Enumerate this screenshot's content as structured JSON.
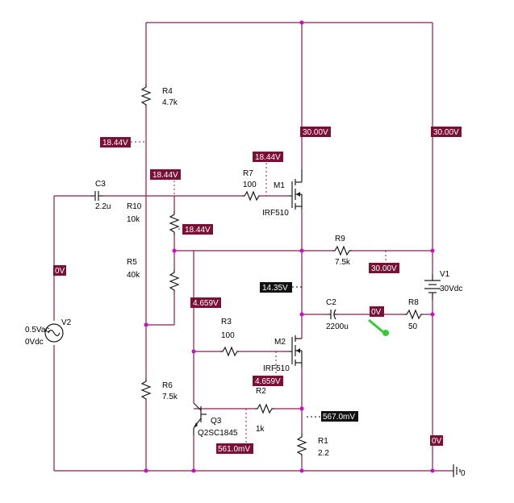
{
  "voltage_markers": {
    "r4_node": "18.44V",
    "r10_top": "18.44V",
    "r10_right": "18.44V",
    "m1_gate": "18.44V",
    "m1_drain": "30.00V",
    "supply_right": "30.00V",
    "r9_node": "30.00V",
    "vin_node": "0V",
    "m2_gate_left": "4.659V",
    "m2_gate": "4.659V",
    "midpoint": "14.35V",
    "c2_right": "0V",
    "r1_top": "567.0mV",
    "q3_base": "561.0mV",
    "v1_bottom": "0V"
  },
  "components": {
    "r4": {
      "ref": "R4",
      "value": "4.7k"
    },
    "c3": {
      "ref": "C3",
      "value": "2.2u"
    },
    "r10": {
      "ref": "R10",
      "value": "10k"
    },
    "r5": {
      "ref": "R5",
      "value": "40k"
    },
    "r6": {
      "ref": "R6",
      "value": "7.5k"
    },
    "r7": {
      "ref": "R7",
      "value": "100"
    },
    "m1": {
      "ref": "M1",
      "value": "IRF510"
    },
    "r9": {
      "ref": "R9",
      "value": "7.5k"
    },
    "v1": {
      "ref": "V1",
      "value": "30Vdc"
    },
    "v2": {
      "ref": "V2",
      "value1": "0.5Vac",
      "value2": "0Vdc"
    },
    "c2": {
      "ref": "C2",
      "value": "2200u"
    },
    "r8": {
      "ref": "R8",
      "value": "50"
    },
    "r3": {
      "ref": "R3",
      "value": "100"
    },
    "m2": {
      "ref": "M2",
      "value": "IRF510"
    },
    "r2": {
      "ref": "R2",
      "value": "1k"
    },
    "q3": {
      "ref": "Q3",
      "value": "Q2SC1845"
    },
    "r1": {
      "ref": "R1",
      "value": "2.2"
    },
    "gnd": {
      "value": "0"
    }
  },
  "colors": {
    "wire": "#8B1C4A",
    "marker_bg": "#7a1035",
    "marker_dark_bg": "#111111",
    "probe": "#33cc33",
    "junction": "#d400d4"
  }
}
